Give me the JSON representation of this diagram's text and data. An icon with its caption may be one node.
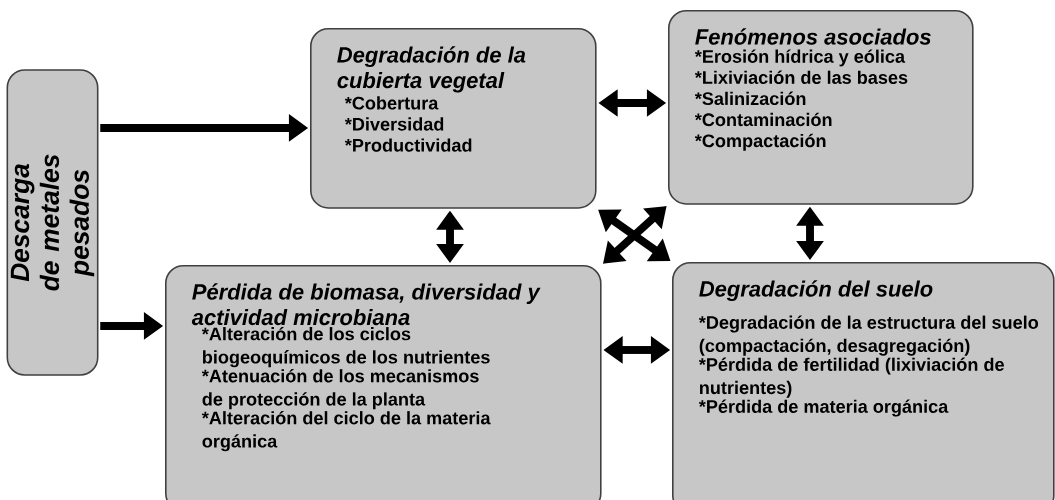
{
  "diagram": {
    "nodes": [
      {
        "text": [
          "Descarga de metales pesados"
        ]
      },
      {
        "text": [
          "Degradación de la cubierta vegetal",
          "*Cobertura",
          "*Diversidad",
          "*Productividad"
        ]
      },
      {
        "text": [
          "Fenómenos asociados",
          "*Erosión hídrica y eólica",
          "*Lixiviación de las bases",
          "*Salinización",
          "*Contaminación",
          "*Compactación"
        ]
      },
      {
        "text": [
          "Pérdida de biomasa, diversidad y actividad microbiana",
          "*Alteración de los ciclos biogeoquímicos de los nutrientes",
          "*Atenuación de los mecanismos de protección de la planta",
          "*Alteración del ciclo de la materia orgánica"
        ]
      },
      {
        "text": [
          "Degradación del suelo",
          "*Degradación de la estructura del suelo (compactación, desagregación)",
          "*Pérdida de fertilidad (lixiviación de nutrientes)",
          "*Pérdida de materia orgánica"
        ]
      }
    ],
    "edges": [
      {
        "from": 0,
        "to": 1,
        "arrow": "to"
      },
      {
        "from": 0,
        "to": 3,
        "arrow": "to"
      },
      {
        "from": 1,
        "to": 2,
        "arrow": "both"
      },
      {
        "from": 1,
        "to": 3,
        "arrow": "both"
      },
      {
        "from": 2,
        "to": 4,
        "arrow": "both"
      },
      {
        "from": 3,
        "to": 4,
        "arrow": "both"
      },
      {
        "from": 1,
        "to": 4,
        "arrow": "both"
      },
      {
        "from": 2,
        "to": 3,
        "arrow": "both"
      }
    ]
  }
}
